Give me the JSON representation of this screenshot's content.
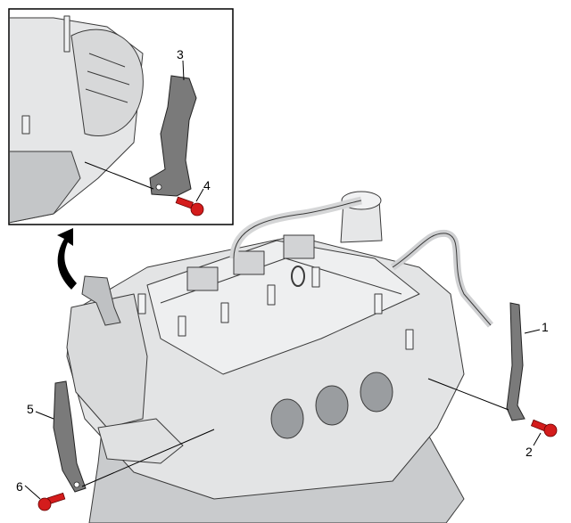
{
  "callouts": {
    "c1": "1",
    "c2": "2",
    "c3": "3",
    "c4": "4",
    "c5": "5",
    "c6": "6"
  },
  "colors": {
    "bolt": "#d41c1c",
    "bracket": "#7a7a7a",
    "engine_light": "#e9eaeb",
    "engine_mid": "#c9cbcd",
    "engine_dark": "#8e9194",
    "outline": "#3a3a3a"
  },
  "icons": {
    "detail_arrow": "curved-arrow-icon",
    "bolt": "flange-bolt-icon"
  }
}
